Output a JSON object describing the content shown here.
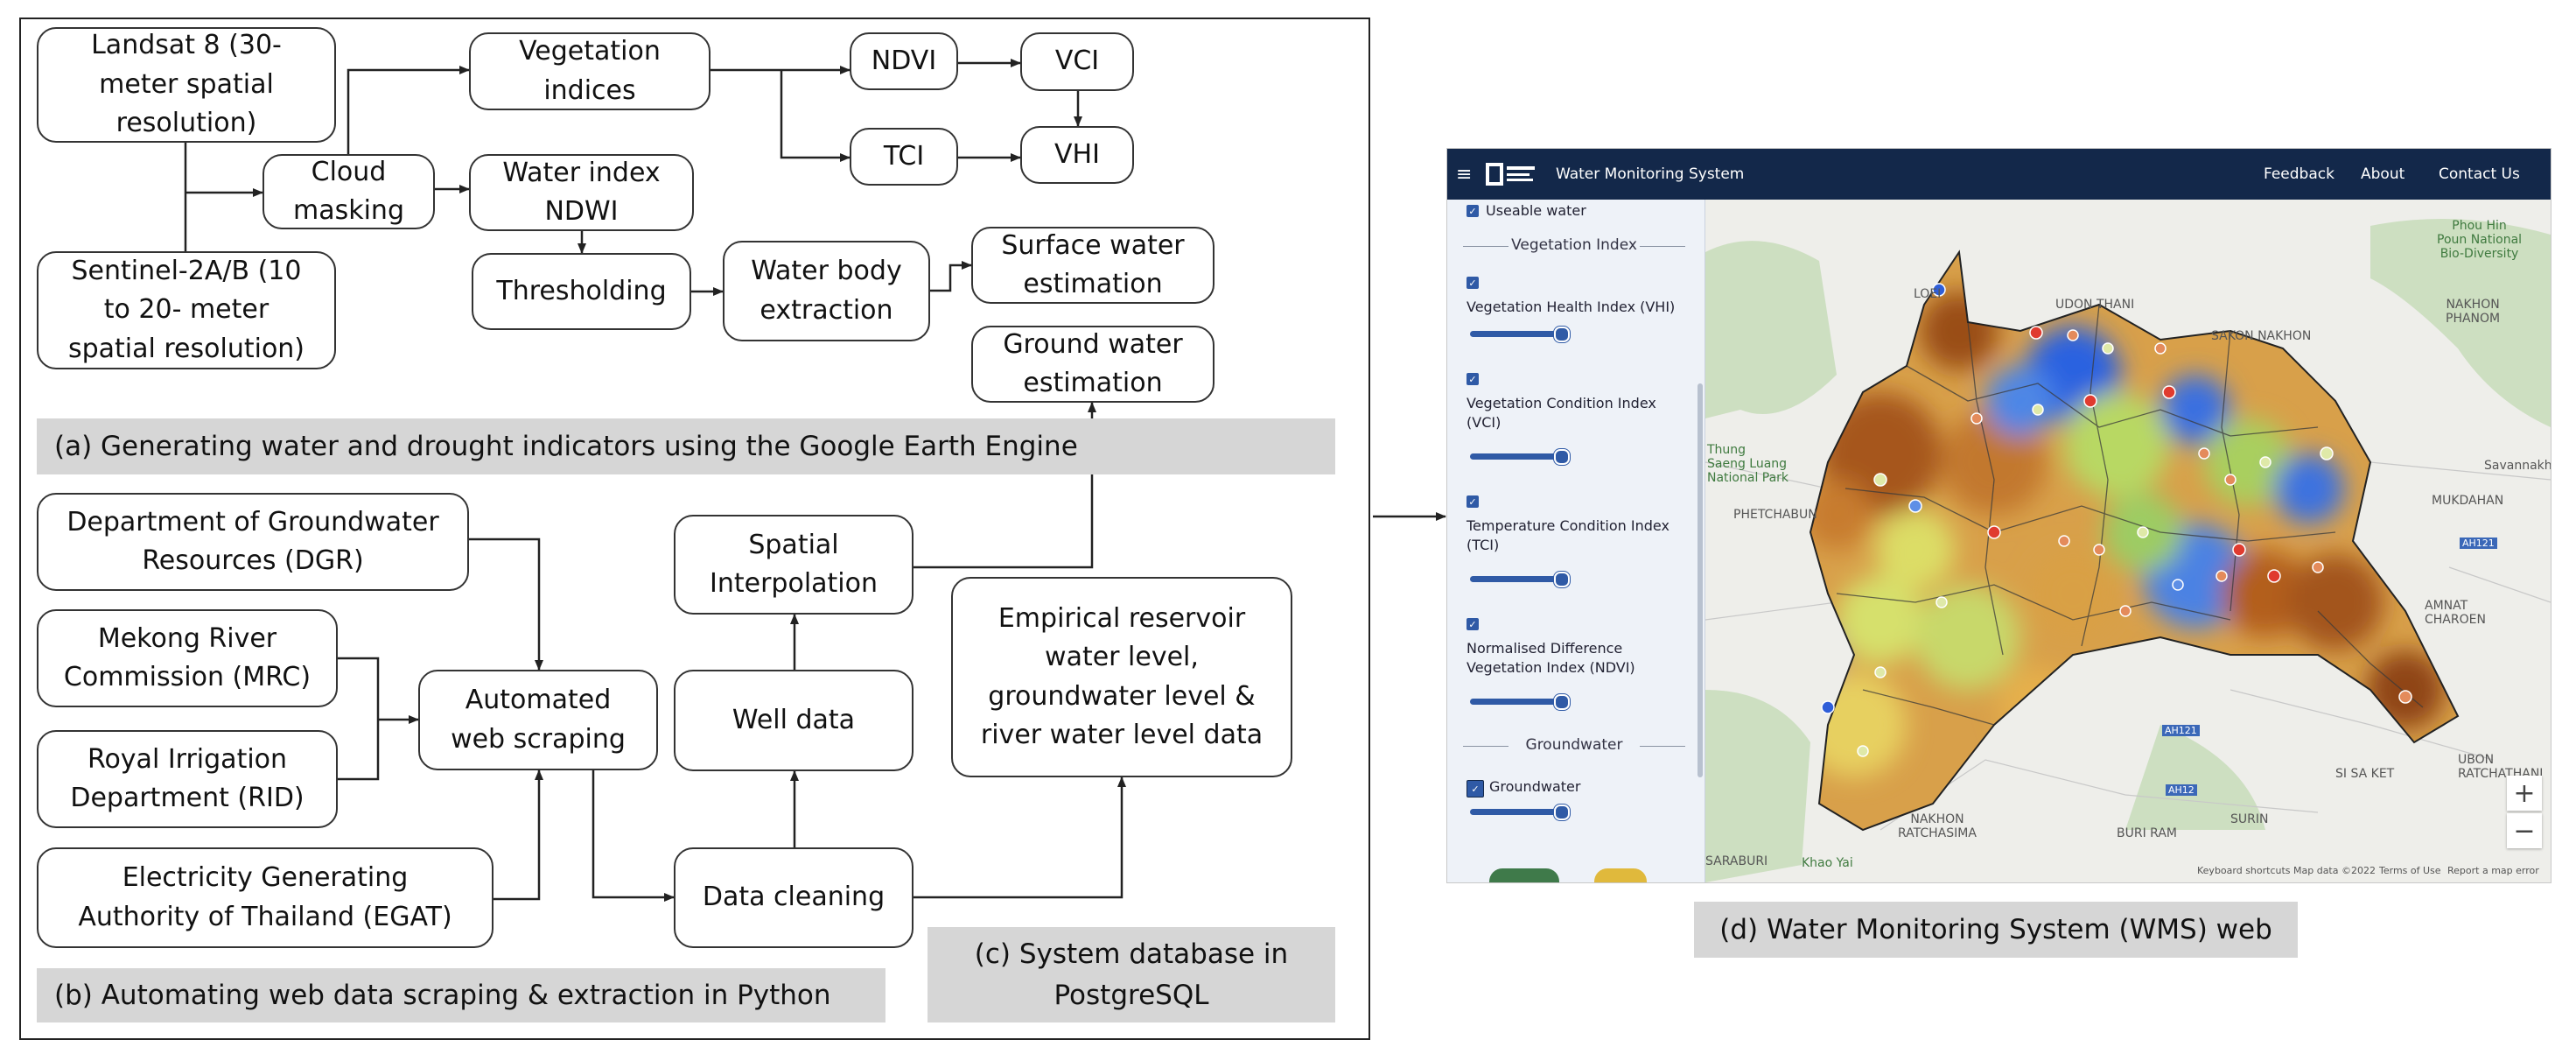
{
  "diagram": {
    "nodes": {
      "landsat": "Landsat 8 (30-\nmeter spatial\nresolution)",
      "sentinel": "Sentinel-2A/B (10\nto 20- meter\nspatial resolution)",
      "cloud": "Cloud\nmasking",
      "veg": "Vegetation\nindices",
      "water_index": "Water index\nNDWI",
      "ndvi": "NDVI",
      "vci": "VCI",
      "tci": "TCI",
      "vhi": "VHI",
      "threshold": "Thresholding",
      "waterbody": "Water body\nextraction",
      "surface": "Surface water\nestimation",
      "ground": "Ground water\nestimation",
      "dgr": "Department of Groundwater\nResources (DGR)",
      "mrc": "Mekong River\nCommission (MRC)",
      "rid": "Royal Irrigation\nDepartment (RID)",
      "egat": "Electricity Generating\nAuthority of Thailand (EGAT)",
      "scraping": "Automated\nweb scraping",
      "interp": "Spatial\nInterpolation",
      "well": "Well data",
      "cleaning": "Data cleaning",
      "empirical": "Empirical reservoir\nwater level,\ngroundwater level &\nriver water level data"
    },
    "labels": {
      "a": "(a) Generating water and drought indicators using the Google Earth Engine",
      "b": "(b) Automating web data scraping & extraction in Python",
      "c": "(c) System database in\nPostgreSQL",
      "d": "(d) Water Monitoring System (WMS) web"
    }
  },
  "app": {
    "title": "Water Monitoring System",
    "nav": [
      "Feedback",
      "About",
      "Contact Us"
    ],
    "sidebar": {
      "top_item": "Useable water",
      "section_vegetation": "Vegetation Index",
      "layers": [
        "Vegetation Health Index (VHI)",
        "Vegetation Condition Index\n(VCI)",
        "Temperature Condition Index\n(TCI)",
        "Normalised Difference\nVegetation Index (NDVI)"
      ],
      "section_groundwater": "Groundwater",
      "groundwater_item": "Groundwater"
    },
    "map": {
      "place_labels": [
        "LOEI",
        "UDON THANI",
        "SAKON NAKHON",
        "NAKHON\nPHANOM",
        "Phou Hin\nPoun National\nBio-Diversity",
        "Savannakhet",
        "MUKDAHAN",
        "PHETCHABUN",
        "Thung\nSaeng Luang\nNational Park",
        "AMNAT\nCHAROEN",
        "UBON\nRATCHATHANI",
        "SI SA KET",
        "NAKHON\nRATCHASIMA",
        "BURI RAM",
        "SURIN",
        "Khao Yai",
        "SARABURI",
        "AH121",
        "AH121",
        "AH12"
      ],
      "zoom_in": "+",
      "zoom_out": "−",
      "footer": [
        "Keyboard shortcuts",
        "Map data ©2022",
        "Terms of Use",
        "Report a map error"
      ]
    }
  },
  "colors": {
    "nav_bar": "#13284a",
    "sidebar_bg": "#eef2f8",
    "accent": "#2f5aa6",
    "band": "#d6d6d6",
    "dry": "#b8621c",
    "wet": "#2a62e0"
  }
}
